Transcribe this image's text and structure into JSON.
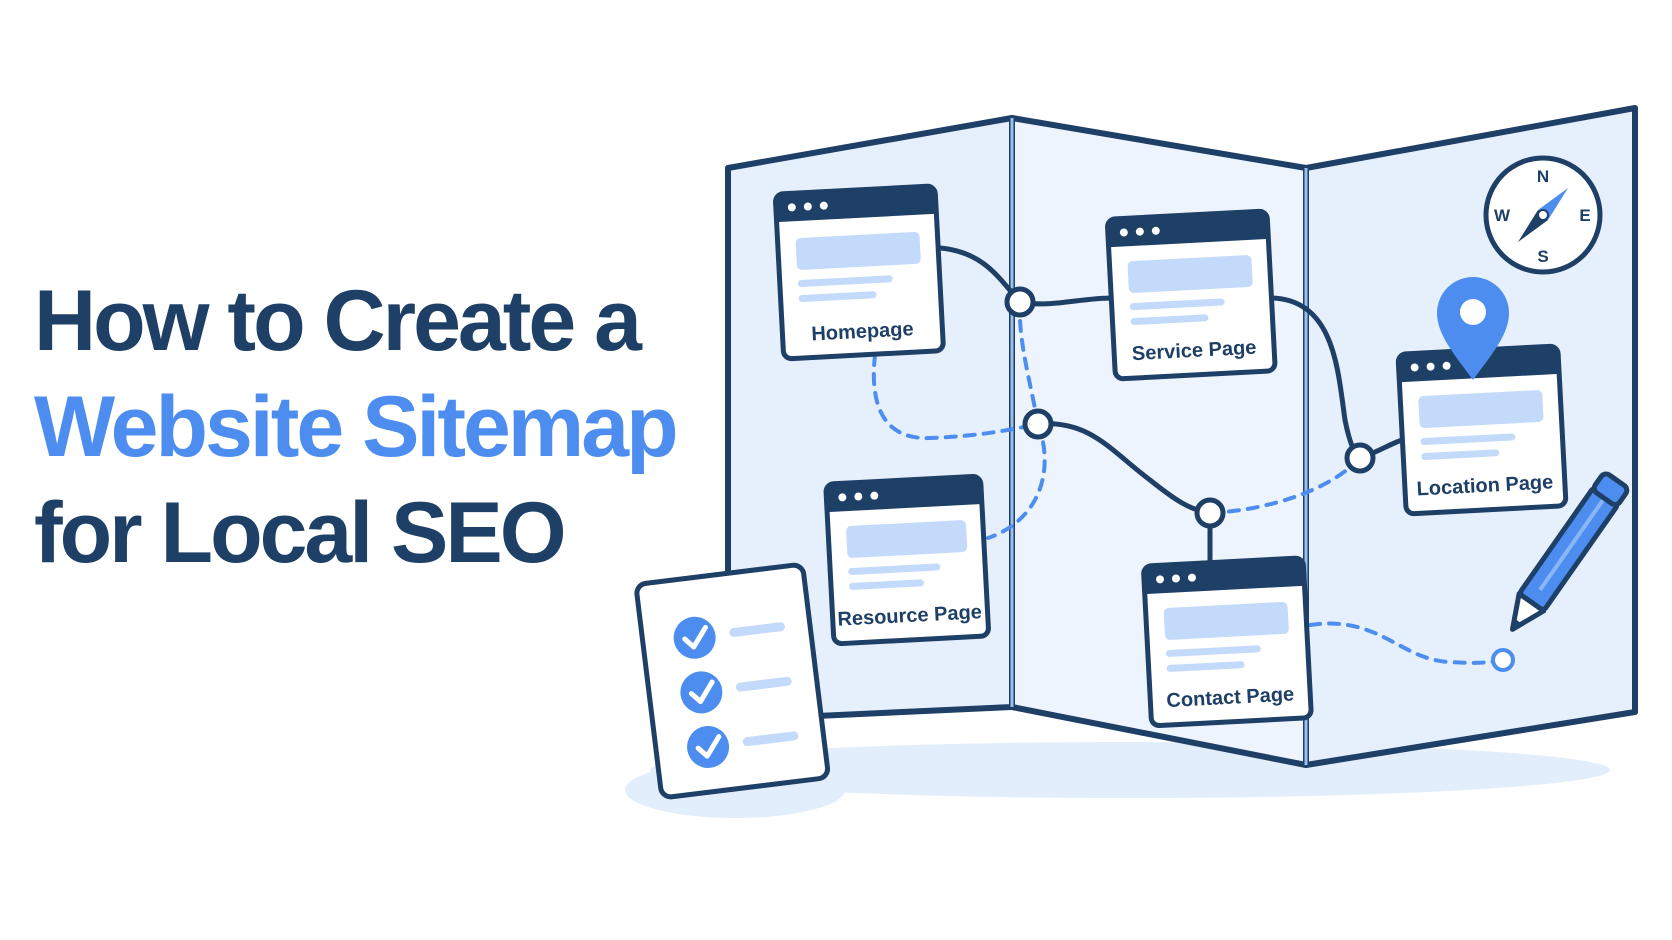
{
  "headline": {
    "line1": "How to Create a",
    "line2": "Website Sitemap",
    "line3": "for Local SEO"
  },
  "pages": {
    "homepage": "Homepage",
    "service": "Service Page",
    "location": "Location Page",
    "resource": "Resource Page",
    "contact": "Contact Page"
  },
  "compass": {
    "n": "N",
    "e": "E",
    "s": "S",
    "w": "W"
  },
  "icons": [
    "compass-icon",
    "location-pin-icon",
    "pencil-icon",
    "checklist-icon",
    "check-icon"
  ],
  "colors": {
    "navy": "#1e3f66",
    "accent_blue": "#4d8df0",
    "map_fill": "#e6f0fd",
    "card_bar": "#c4dafa"
  }
}
